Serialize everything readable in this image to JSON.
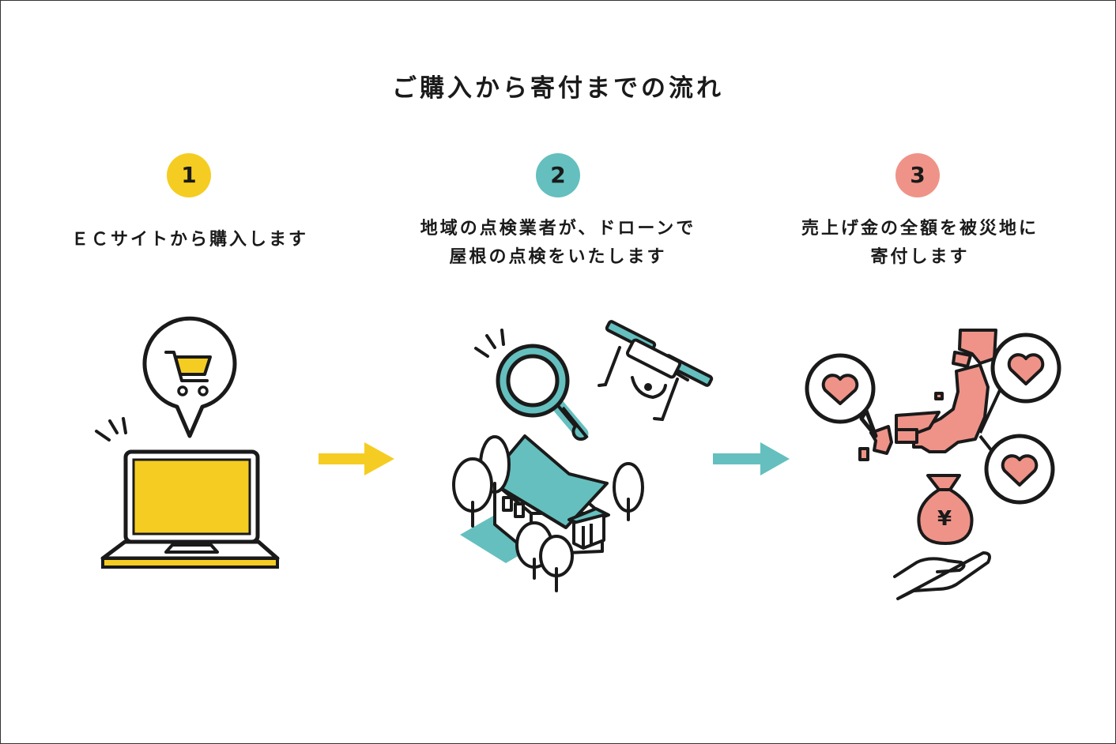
{
  "title": "ご購入から寄付までの流れ",
  "colors": {
    "yellow": "#f5cd22",
    "teal": "#65bfbf",
    "pink": "#ef9388",
    "ink": "#1a1a1a"
  },
  "steps": [
    {
      "number": "1",
      "lines": [
        "ＥＣサイトから購入します"
      ],
      "color": "#f5cd22",
      "icons": [
        "laptop-icon",
        "shopping-cart-icon",
        "speech-bubble-icon"
      ]
    },
    {
      "number": "2",
      "lines": [
        "地域の点検業者が、ドローンで",
        "屋根の点検をいたします"
      ],
      "color": "#65bfbf",
      "icons": [
        "magnifier-icon",
        "drone-icon",
        "house-icon",
        "tree-icon"
      ]
    },
    {
      "number": "3",
      "lines": [
        "売上げ金の全額を被災地に",
        "寄付します"
      ],
      "color": "#ef9388",
      "icons": [
        "japan-map-icon",
        "heart-bubble-icon",
        "money-bag-icon",
        "hand-icon"
      ]
    }
  ],
  "arrows": [
    {
      "color": "#f5cd22"
    },
    {
      "color": "#65bfbf"
    }
  ],
  "money_bag_symbol": "¥"
}
